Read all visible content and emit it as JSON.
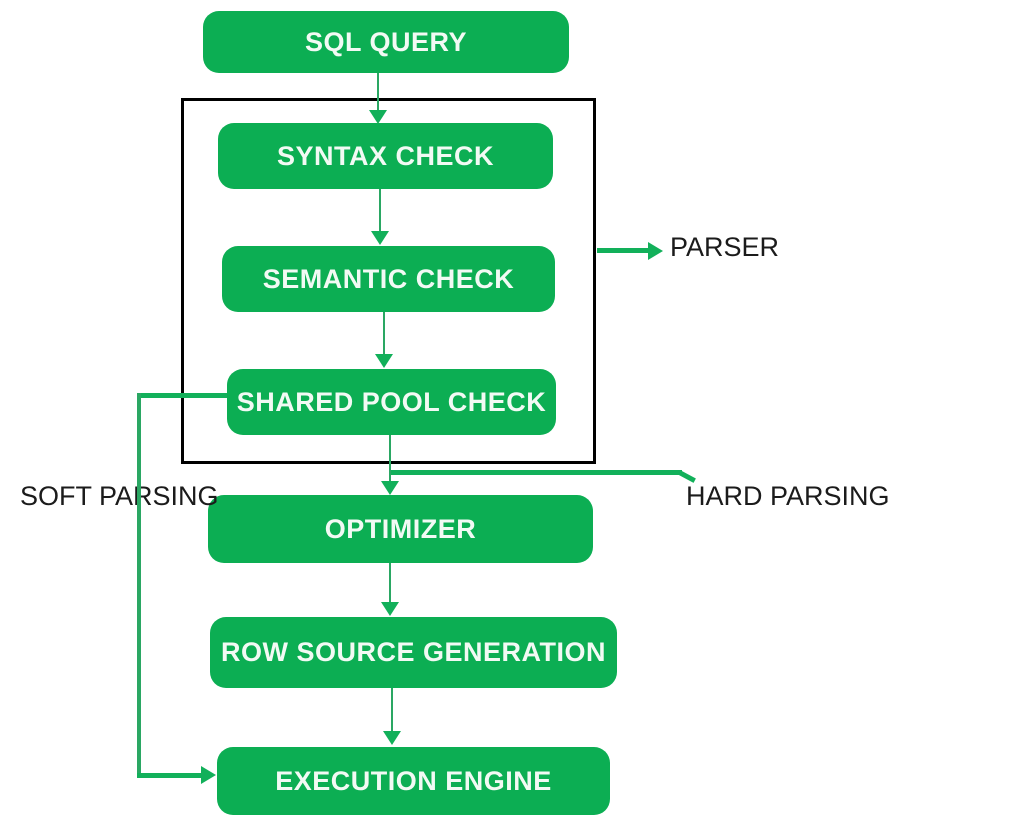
{
  "diagram": {
    "title": "SQL query processing flowchart",
    "nodes": [
      {
        "id": "sql-query",
        "label": "SQL QUERY"
      },
      {
        "id": "syntax-check",
        "label": "SYNTAX CHECK"
      },
      {
        "id": "semantic-check",
        "label": "SEMANTIC CHECK"
      },
      {
        "id": "shared-pool-check",
        "label": "SHARED POOL CHECK"
      },
      {
        "id": "optimizer",
        "label": "OPTIMIZER"
      },
      {
        "id": "row-source-generation",
        "label": "ROW SOURCE GENERATION"
      },
      {
        "id": "execution-engine",
        "label": "EXECUTION ENGINE"
      }
    ],
    "labels": {
      "parser": "PARSER",
      "soft_parsing": "SOFT PARSING",
      "hard_parsing": "HARD PARSING"
    },
    "groups": [
      {
        "id": "parser-group",
        "contains": [
          "SYNTAX CHECK",
          "SEMANTIC CHECK",
          "SHARED POOL CHECK"
        ],
        "callout": "PARSER"
      }
    ],
    "edges": [
      {
        "from": "SQL QUERY",
        "to": "SYNTAX CHECK"
      },
      {
        "from": "SYNTAX CHECK",
        "to": "SEMANTIC CHECK"
      },
      {
        "from": "SEMANTIC CHECK",
        "to": "SHARED POOL CHECK"
      },
      {
        "from": "SHARED POOL CHECK",
        "to": "OPTIMIZER",
        "label": "HARD PARSING"
      },
      {
        "from": "SHARED POOL CHECK",
        "to": "EXECUTION ENGINE",
        "label": "SOFT PARSING"
      },
      {
        "from": "OPTIMIZER",
        "to": "ROW SOURCE GENERATION"
      },
      {
        "from": "ROW SOURCE GENERATION",
        "to": "EXECUTION ENGINE"
      },
      {
        "from": "parser-group",
        "to": "PARSER"
      }
    ],
    "colors": {
      "box": "#0cae53",
      "boxText": "#f2faf4",
      "line": "#2aa763",
      "arrow": "#12b05a",
      "labelText": "#1b1b1b",
      "groupBorder": "#000000",
      "background": "#ffffff"
    }
  }
}
